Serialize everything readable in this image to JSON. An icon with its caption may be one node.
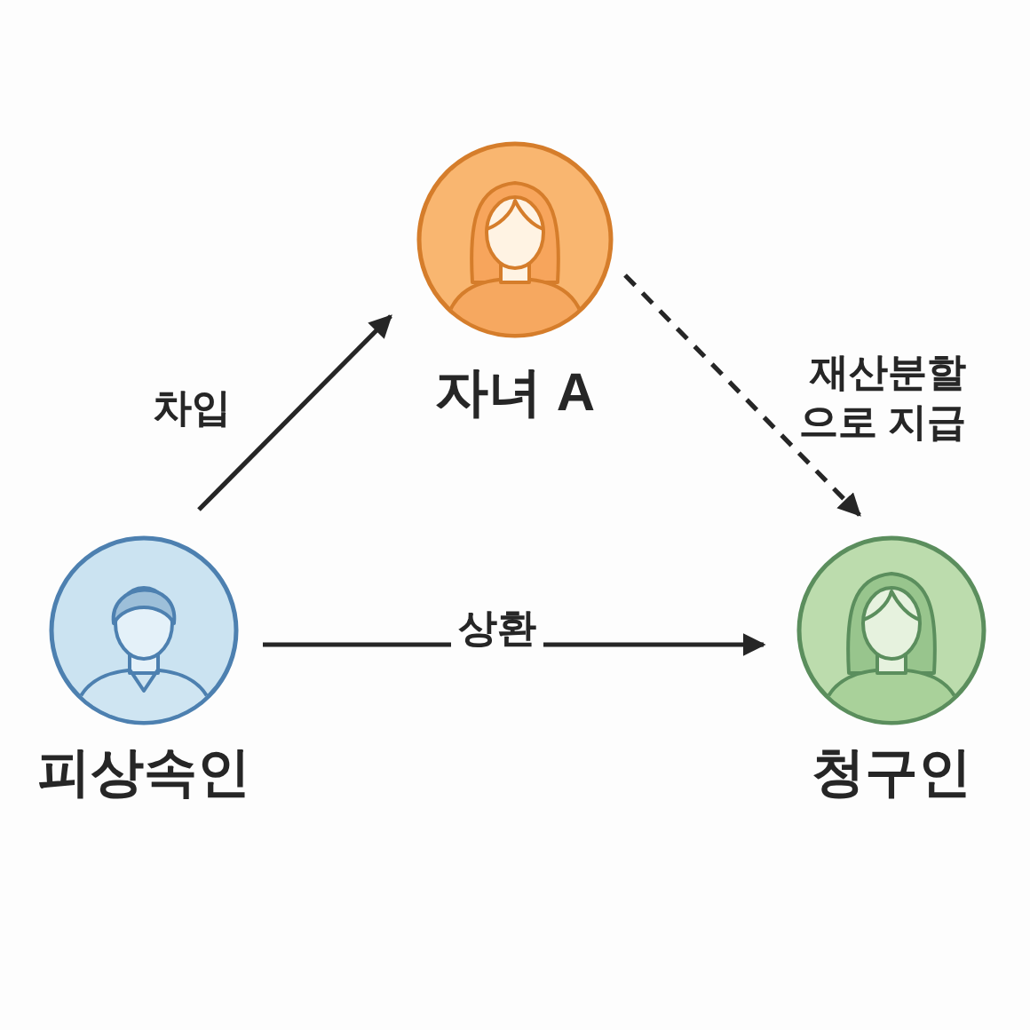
{
  "diagram": {
    "nodes": [
      {
        "text": [
          "자녀 A"
        ]
      },
      {
        "text": [
          "피상속인"
        ]
      },
      {
        "text": [
          "청구인"
        ]
      }
    ],
    "edges": [
      {
        "from": 1,
        "to": 0,
        "arrow": "to",
        "label": "차입"
      },
      {
        "from": 0,
        "to": 2,
        "arrow": "to",
        "label": "재산분할 으로 지급",
        "style": "dashed"
      },
      {
        "from": 1,
        "to": 2,
        "arrow": "to",
        "label": "상환"
      }
    ]
  }
}
